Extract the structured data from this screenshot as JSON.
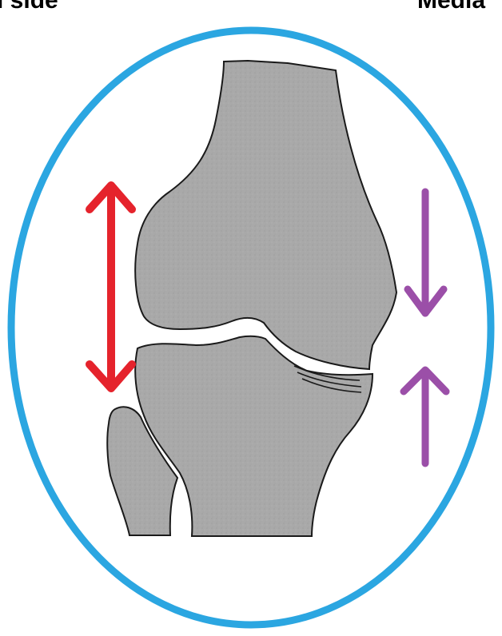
{
  "labels": {
    "left": "l side",
    "right": "Media"
  },
  "colors": {
    "outline_ellipse": "#2ba6e1",
    "bone_fill": "#a9a9a9",
    "bone_stroke": "#1a1a1a",
    "lateral_arrow": "#e5232c",
    "medial_arrow": "#9b4fa8"
  },
  "icons": {
    "lateral_arrow": "double-headed-arrow-vertical",
    "medial_arrows": "arrows-pointing-inward"
  }
}
